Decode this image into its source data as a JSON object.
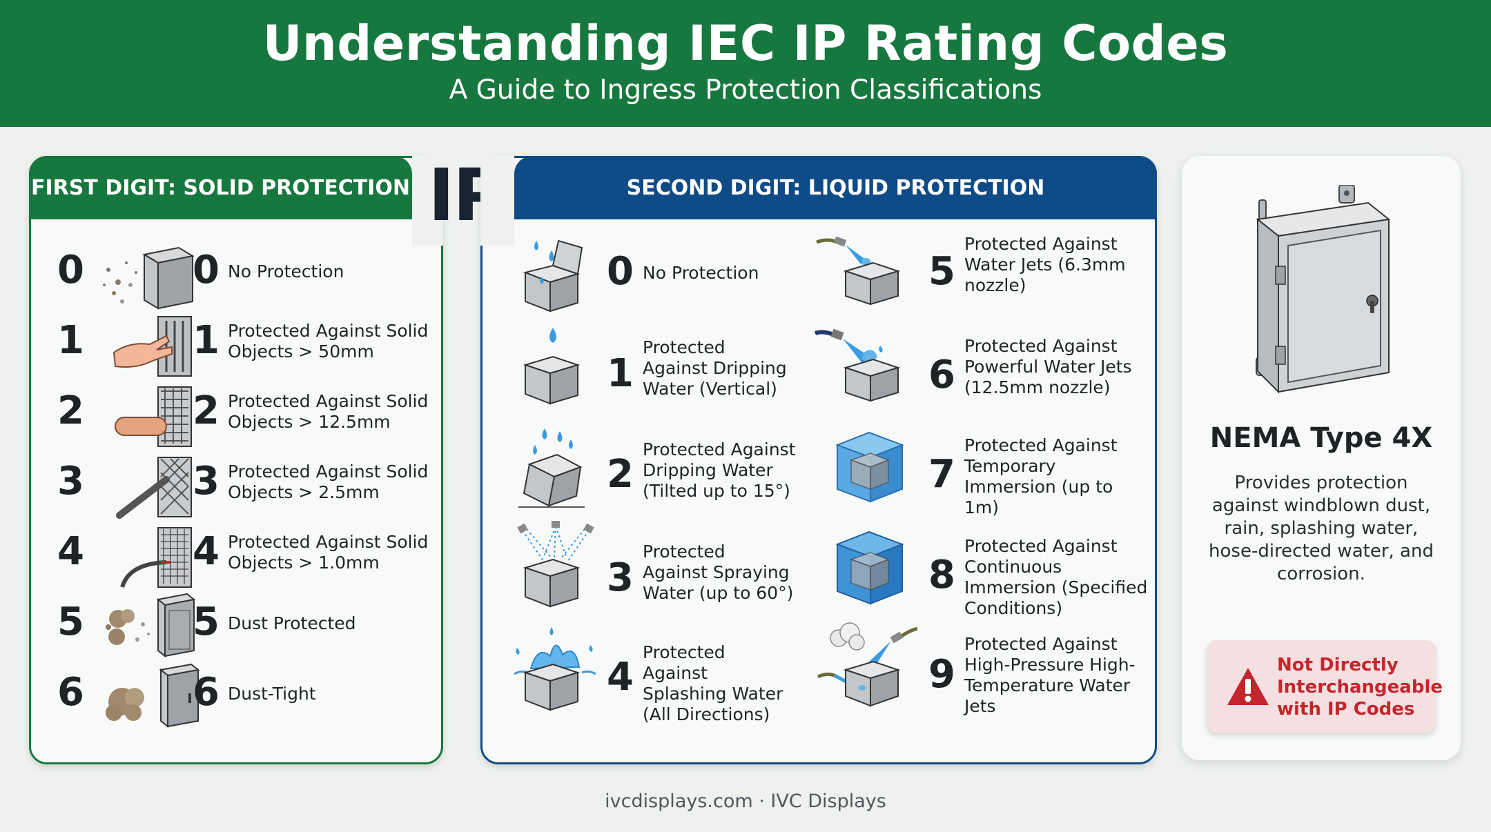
{
  "header": {
    "title": "Understanding IEC IP Rating Codes",
    "subtitle": "A Guide to Ingress Protection Classifications"
  },
  "ip_mark": "IP",
  "solid": {
    "heading": "FIRST DIGIT: SOLID PROTECTION",
    "items": [
      {
        "digit": "0",
        "label": "No Protection",
        "icon": "dust-box-icon"
      },
      {
        "digit": "1",
        "label": "Protected Against Solid Objects > 50mm",
        "icon": "hand-grille-icon"
      },
      {
        "digit": "2",
        "label": "Protected Against Solid Objects > 12.5mm",
        "icon": "finger-grille-icon"
      },
      {
        "digit": "3",
        "label": "Protected Against Solid Objects > 2.5mm",
        "icon": "tool-grille-icon"
      },
      {
        "digit": "4",
        "label": "Protected Against Solid Objects > 1.0mm",
        "icon": "wire-grille-icon"
      },
      {
        "digit": "5",
        "label": "Dust Protected",
        "icon": "dust-cabinet-icon"
      },
      {
        "digit": "6",
        "label": "Dust-Tight",
        "icon": "sealed-cabinet-icon"
      }
    ]
  },
  "liquid": {
    "heading": "SECOND DIGIT: LIQUID PROTECTION",
    "items": [
      {
        "digit": "0",
        "label": "No Protection",
        "icon": "open-box-drops-icon"
      },
      {
        "digit": "1",
        "label": "Protected Against Dripping Water (Vertical)",
        "icon": "vertical-drip-icon"
      },
      {
        "digit": "2",
        "label": "Protected Against Dripping Water (Tilted up to 15°)",
        "icon": "tilted-drip-icon"
      },
      {
        "digit": "3",
        "label": "Protected Against Spraying Water (up to 60°)",
        "icon": "spray-icon"
      },
      {
        "digit": "4",
        "label": "Protected Against Splashing Water (All Directions)",
        "icon": "splash-icon"
      },
      {
        "digit": "5",
        "label": "Protected Against Water Jets (6.3mm nozzle)",
        "icon": "water-jet-icon"
      },
      {
        "digit": "6",
        "label": "Protected Against Powerful Water Jets (12.5mm nozzle)",
        "icon": "powerful-jet-icon"
      },
      {
        "digit": "7",
        "label": "Protected Against Temporary Immersion (up to 1m)",
        "icon": "immersion-icon"
      },
      {
        "digit": "8",
        "label": "Protected Against Continuous Immersion (Specified Conditions)",
        "icon": "continuous-immersion-icon"
      },
      {
        "digit": "9",
        "label": "Protected Against High-Pressure High-Temperature Water Jets",
        "icon": "steam-jet-icon"
      }
    ]
  },
  "nema": {
    "title": "NEMA Type 4X",
    "description": "Provides protection against windblown dust, rain, splashing water, hose-directed water, and corrosion.",
    "warning": "Not Directly Interchangeable with IP Codes"
  },
  "footer": "ivcdisplays.com · IVC Displays",
  "colors": {
    "green": "#17783f",
    "blue": "#0f4b86",
    "water": "#3a9be0",
    "warning_red": "#c4262e"
  }
}
